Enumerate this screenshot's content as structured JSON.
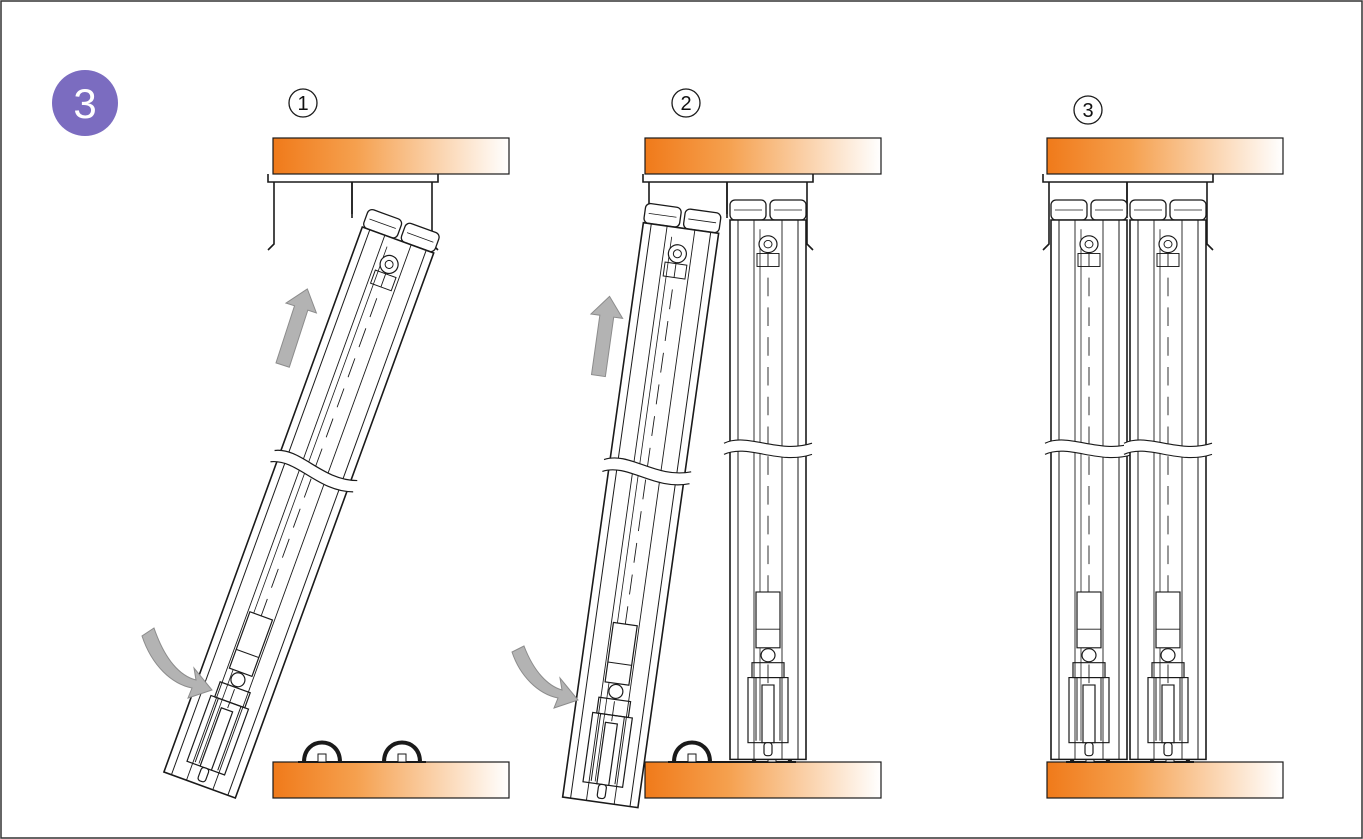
{
  "step": {
    "number": "3",
    "badge_color": "#7b6cc0"
  },
  "panels": [
    {
      "label": "1"
    },
    {
      "label": "2"
    },
    {
      "label": "3"
    }
  ],
  "colors": {
    "rail_gradient_start": "#f07a1a",
    "rail_gradient_end": "#ffffff",
    "arrow_fill": "#b3b3b3",
    "line": "#1a1a1a"
  }
}
